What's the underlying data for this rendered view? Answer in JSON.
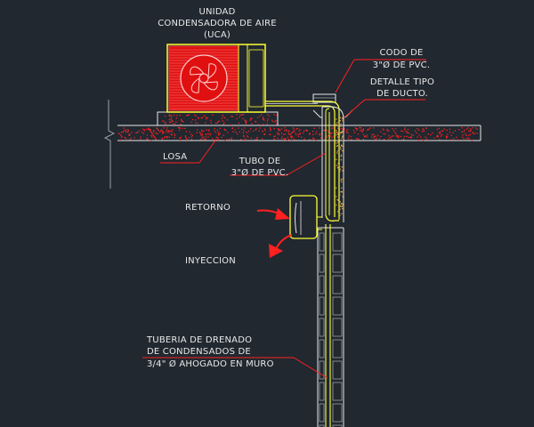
{
  "labels": {
    "uca_line1": "UNIDAD",
    "uca_line2": "CONDENSADORA DE AIRE",
    "uca_line3": "(UCA)",
    "codo_line1": "CODO DE",
    "codo_line2": "3\"Ø DE PVC.",
    "detalle_line1": "DETALLE TIPO",
    "detalle_line2": "DE DUCTO.",
    "losa": "LOSA",
    "tubo_line1": "TUBO DE",
    "tubo_line2": "3\"Ø DE PVC.",
    "retorno": "RETORNO",
    "inyeccion": "INYECCION",
    "tuberia_line1": "TUBERIA DE DRENADO",
    "tuberia_line2": "DE CONDENSADOS DE",
    "tuberia_line3": "3/4\" Ø AHOGADO EN MURO"
  },
  "colors": {
    "background": "#212830",
    "red": "#ff1a1a",
    "yellow": "#ffff33",
    "white": "#e8e8e8",
    "gray": "#9aa0a6"
  }
}
